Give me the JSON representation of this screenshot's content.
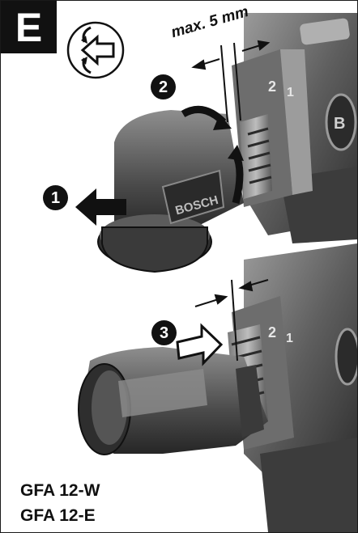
{
  "figure": {
    "letter": "E"
  },
  "measure": {
    "text": "max. 5 mm"
  },
  "steps": [
    {
      "number": "1"
    },
    {
      "number": "2"
    },
    {
      "number": "3"
    }
  ],
  "models": [
    "GFA 12-W",
    "GFA 12-E"
  ],
  "brand": {
    "logo_text": "BOSCH"
  },
  "dial_marks": [
    "2",
    "1"
  ],
  "icons": [
    "rotate-arrows-icon",
    "insert-arrow-icon"
  ],
  "colors": {
    "ink": "#111111",
    "tool_body": "#5a5a5a",
    "tool_highlight": "#8c8c8c",
    "paper": "#ffffff"
  }
}
